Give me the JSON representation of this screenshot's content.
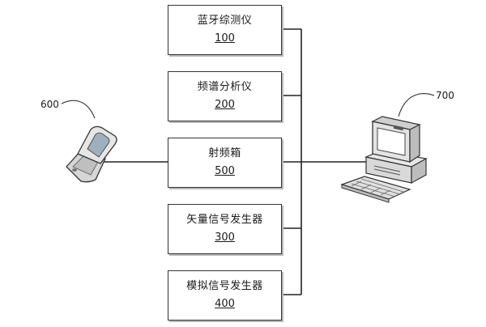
{
  "blocks": [
    {
      "name": "蓝牙综测仪",
      "number": "100"
    },
    {
      "name": "频谱分析仪",
      "number": "200"
    },
    {
      "name": "射频箱",
      "number": "500"
    },
    {
      "name": "矢量信号发生器",
      "number": "300"
    },
    {
      "name": "模拟信号发生器",
      "number": "400"
    }
  ],
  "phone": {
    "ref_label": "600",
    "icon": "mobile-phone-icon"
  },
  "computer": {
    "ref_label": "700",
    "icon": "desktop-computer-icon"
  }
}
